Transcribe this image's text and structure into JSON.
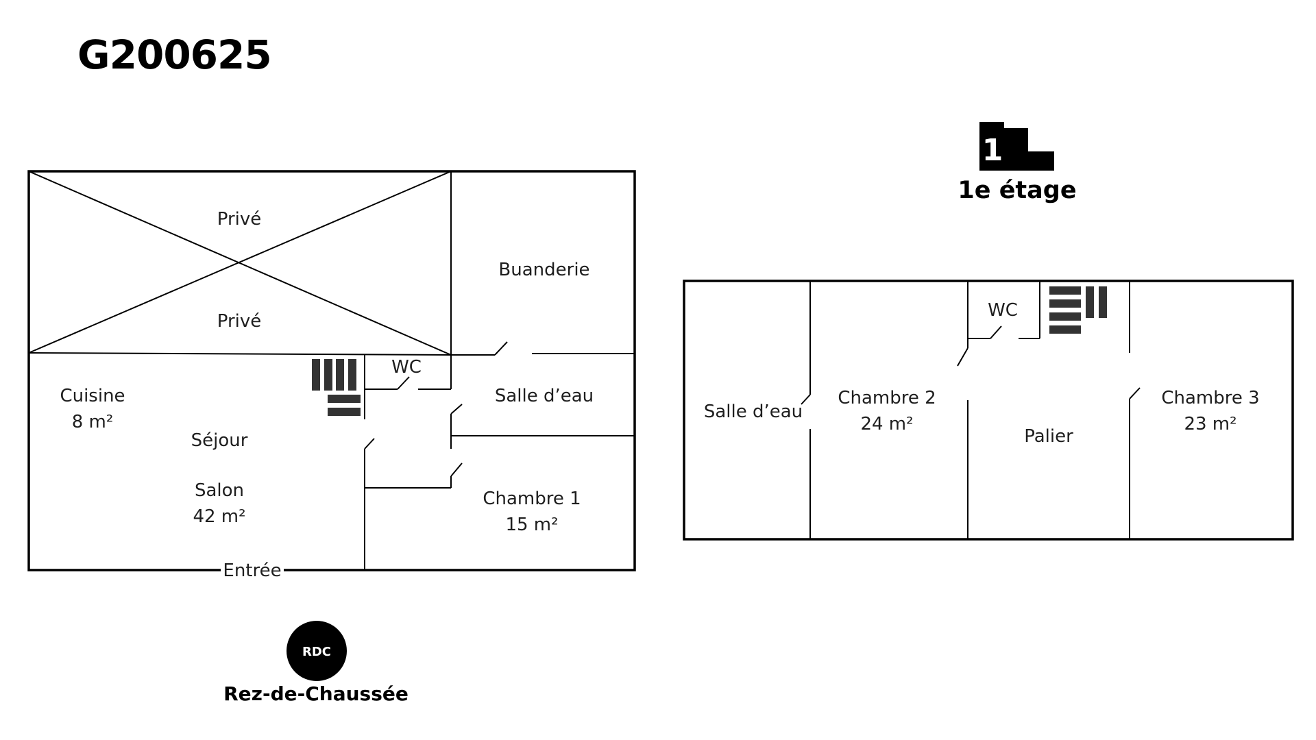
{
  "reference": "G200625",
  "ground_floor": {
    "badge": "RDC",
    "label": "Rez-de-Chaussée",
    "rooms": {
      "prive_1": "Privé",
      "prive_2": "Privé",
      "buanderie": "Buanderie",
      "cuisine": "Cuisine",
      "cuisine_area": "8 m²",
      "wc": "WC",
      "salle_deau": "Salle d’eau",
      "sejour": "Séjour",
      "salon": "Salon",
      "salon_area": "42 m²",
      "chambre1": "Chambre 1",
      "chambre1_area": "15 m²",
      "entree": "Entrée"
    }
  },
  "first_floor": {
    "badge": "1",
    "label": "1e étage",
    "rooms": {
      "wc": "WC",
      "salle_deau": "Salle d’eau",
      "chambre2": "Chambre 2",
      "chambre2_area": "24 m²",
      "palier": "Palier",
      "chambre3": "Chambre 3",
      "chambre3_area": "23 m²"
    }
  },
  "colors": {
    "wall": "#000000",
    "stairs": "#333333",
    "text": "#1e1e1e"
  }
}
